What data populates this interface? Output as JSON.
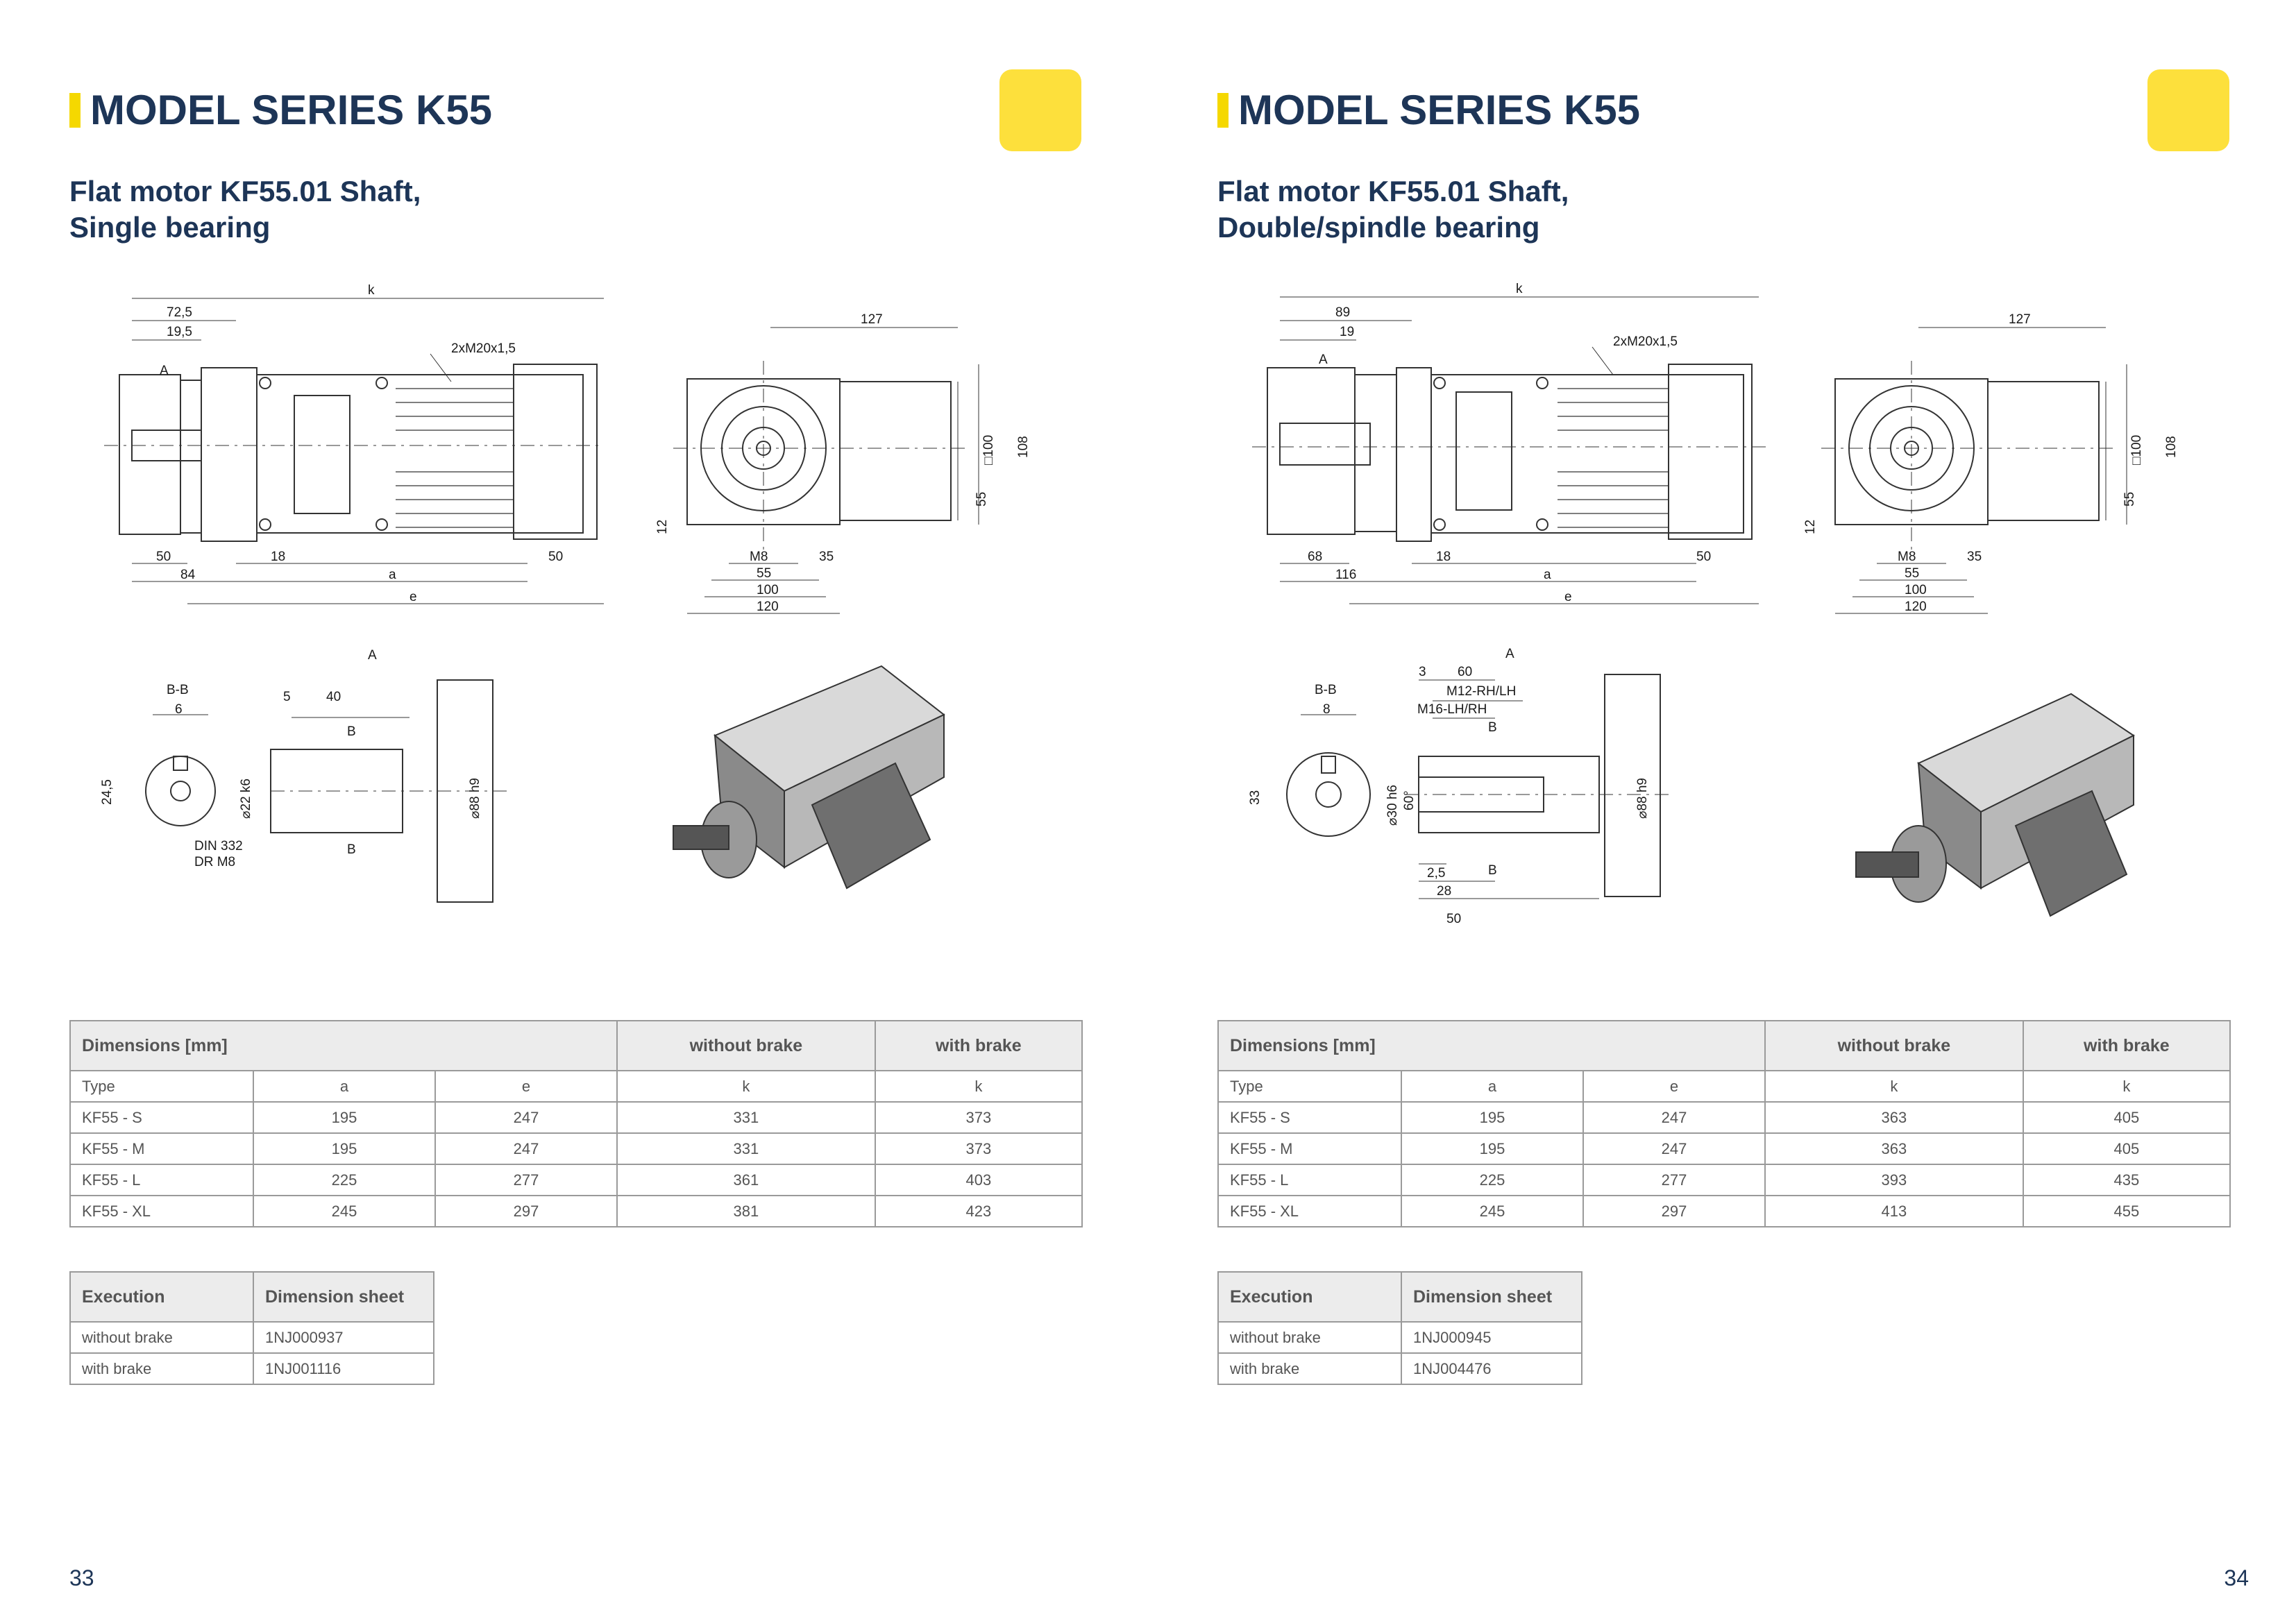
{
  "pages": [
    {
      "header": "MODEL SERIES K55",
      "subtitle_line1": "Flat motor KF55.01 Shaft,",
      "subtitle_line2": "Single bearing",
      "drawing_labels": {
        "k": "k",
        "d72": "72,5",
        "d19": "19,5",
        "A": "A",
        "m20": "2xM20x1,5",
        "d50a": "50",
        "d18": "18",
        "d50b": "50",
        "d84": "84",
        "a": "a",
        "e": "e",
        "d127": "127",
        "sq100": "□100",
        "d108": "108",
        "d55v": "55",
        "d12": "12",
        "m8": "M8",
        "d35": "35",
        "d55": "55",
        "d100": "100",
        "d120": "120",
        "A2": "A",
        "bb": "B-B",
        "d6": "6",
        "d5": "5",
        "d40": "40",
        "B1": "B",
        "B2": "B",
        "d24": "24,5",
        "d22": "⌀22 k6",
        "d88": "⌀88 h9",
        "din1": "DIN 332",
        "din2": "DR M8"
      },
      "table": {
        "headers": [
          "Dimensions [mm]",
          "without brake",
          "with brake"
        ],
        "subheaders": [
          "Type",
          "a",
          "e",
          "k",
          "k"
        ],
        "rows": [
          [
            "KF55 - S",
            "195",
            "247",
            "331",
            "373"
          ],
          [
            "KF55 - M",
            "195",
            "247",
            "331",
            "373"
          ],
          [
            "KF55 - L",
            "225",
            "277",
            "361",
            "403"
          ],
          [
            "KF55 - XL",
            "245",
            "297",
            "381",
            "423"
          ]
        ]
      },
      "exec": {
        "headers": [
          "Execution",
          "Dimension sheet"
        ],
        "rows": [
          [
            "without brake",
            "1NJ000937"
          ],
          [
            "with brake",
            "1NJ001116"
          ]
        ]
      },
      "page_number": "33"
    },
    {
      "header": "MODEL SERIES K55",
      "subtitle_line1": "Flat motor KF55.01 Shaft,",
      "subtitle_line2": "Double/spindle bearing",
      "drawing_labels": {
        "k": "k",
        "d72": "89",
        "d19": "19",
        "A": "A",
        "m20": "2xM20x1,5",
        "d50a": "68",
        "d18": "18",
        "d50b": "50",
        "d84": "116",
        "a": "a",
        "e": "e",
        "d127": "127",
        "sq100": "□100",
        "d108": "108",
        "d55v": "55",
        "d12": "12",
        "m8": "M8",
        "d35": "35",
        "d55": "55",
        "d100": "100",
        "d120": "120",
        "A2": "A",
        "bb": "B-B",
        "d6": "8",
        "d5": "3",
        "d40": "60",
        "B1": "B",
        "B2": "B",
        "d24": "33",
        "d22": "⌀30 h6",
        "d88": "⌀88 h9",
        "din1": "M12-RH/LH",
        "din2": "M16-LH/RH",
        "x60": "60°",
        "x25": "2,5",
        "x28": "28",
        "x50": "50"
      },
      "table": {
        "headers": [
          "Dimensions [mm]",
          "without brake",
          "with brake"
        ],
        "subheaders": [
          "Type",
          "a",
          "e",
          "k",
          "k"
        ],
        "rows": [
          [
            "KF55 - S",
            "195",
            "247",
            "363",
            "405"
          ],
          [
            "KF55 - M",
            "195",
            "247",
            "363",
            "405"
          ],
          [
            "KF55 - L",
            "225",
            "277",
            "393",
            "435"
          ],
          [
            "KF55 - XL",
            "245",
            "297",
            "413",
            "455"
          ]
        ]
      },
      "exec": {
        "headers": [
          "Execution",
          "Dimension sheet"
        ],
        "rows": [
          [
            "without brake",
            "1NJ000945"
          ],
          [
            "with brake",
            "1NJ004476"
          ]
        ]
      },
      "page_number": "34"
    }
  ],
  "colors": {
    "accent_yellow": "#f5d800",
    "box_yellow": "#fde03c",
    "title_blue": "#1d3557"
  }
}
